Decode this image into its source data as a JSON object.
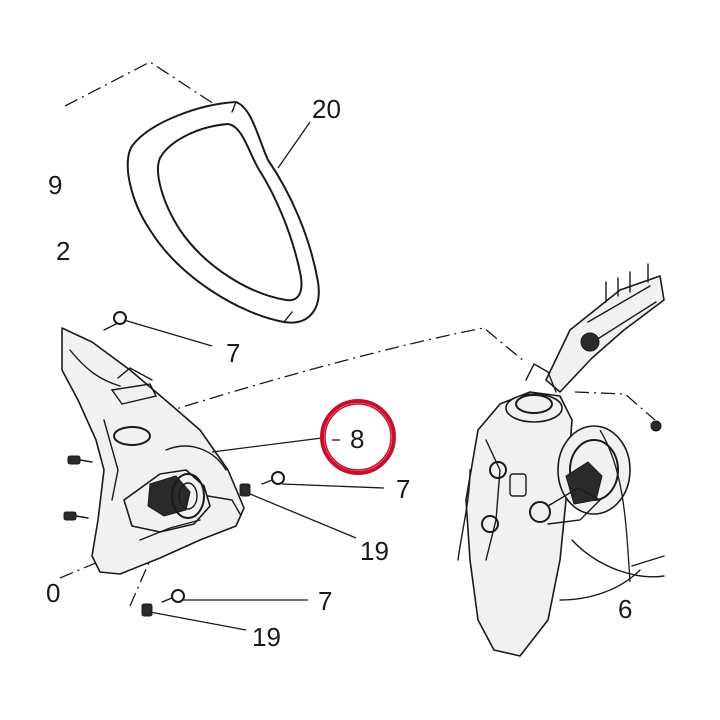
{
  "callouts": {
    "c20": "20",
    "c7a": "7",
    "c8": "8",
    "c7b": "7",
    "c19a": "19",
    "c7c": "7",
    "c19b": "19",
    "c6": "6",
    "edge_partial_1": "9",
    "edge_partial_2": "2",
    "edge_partial_3": "0"
  },
  "highlight": {
    "target_callout": "8",
    "ring_color": "#c8102e"
  },
  "colors": {
    "line": "#1a1a1a",
    "background": "#ffffff"
  }
}
